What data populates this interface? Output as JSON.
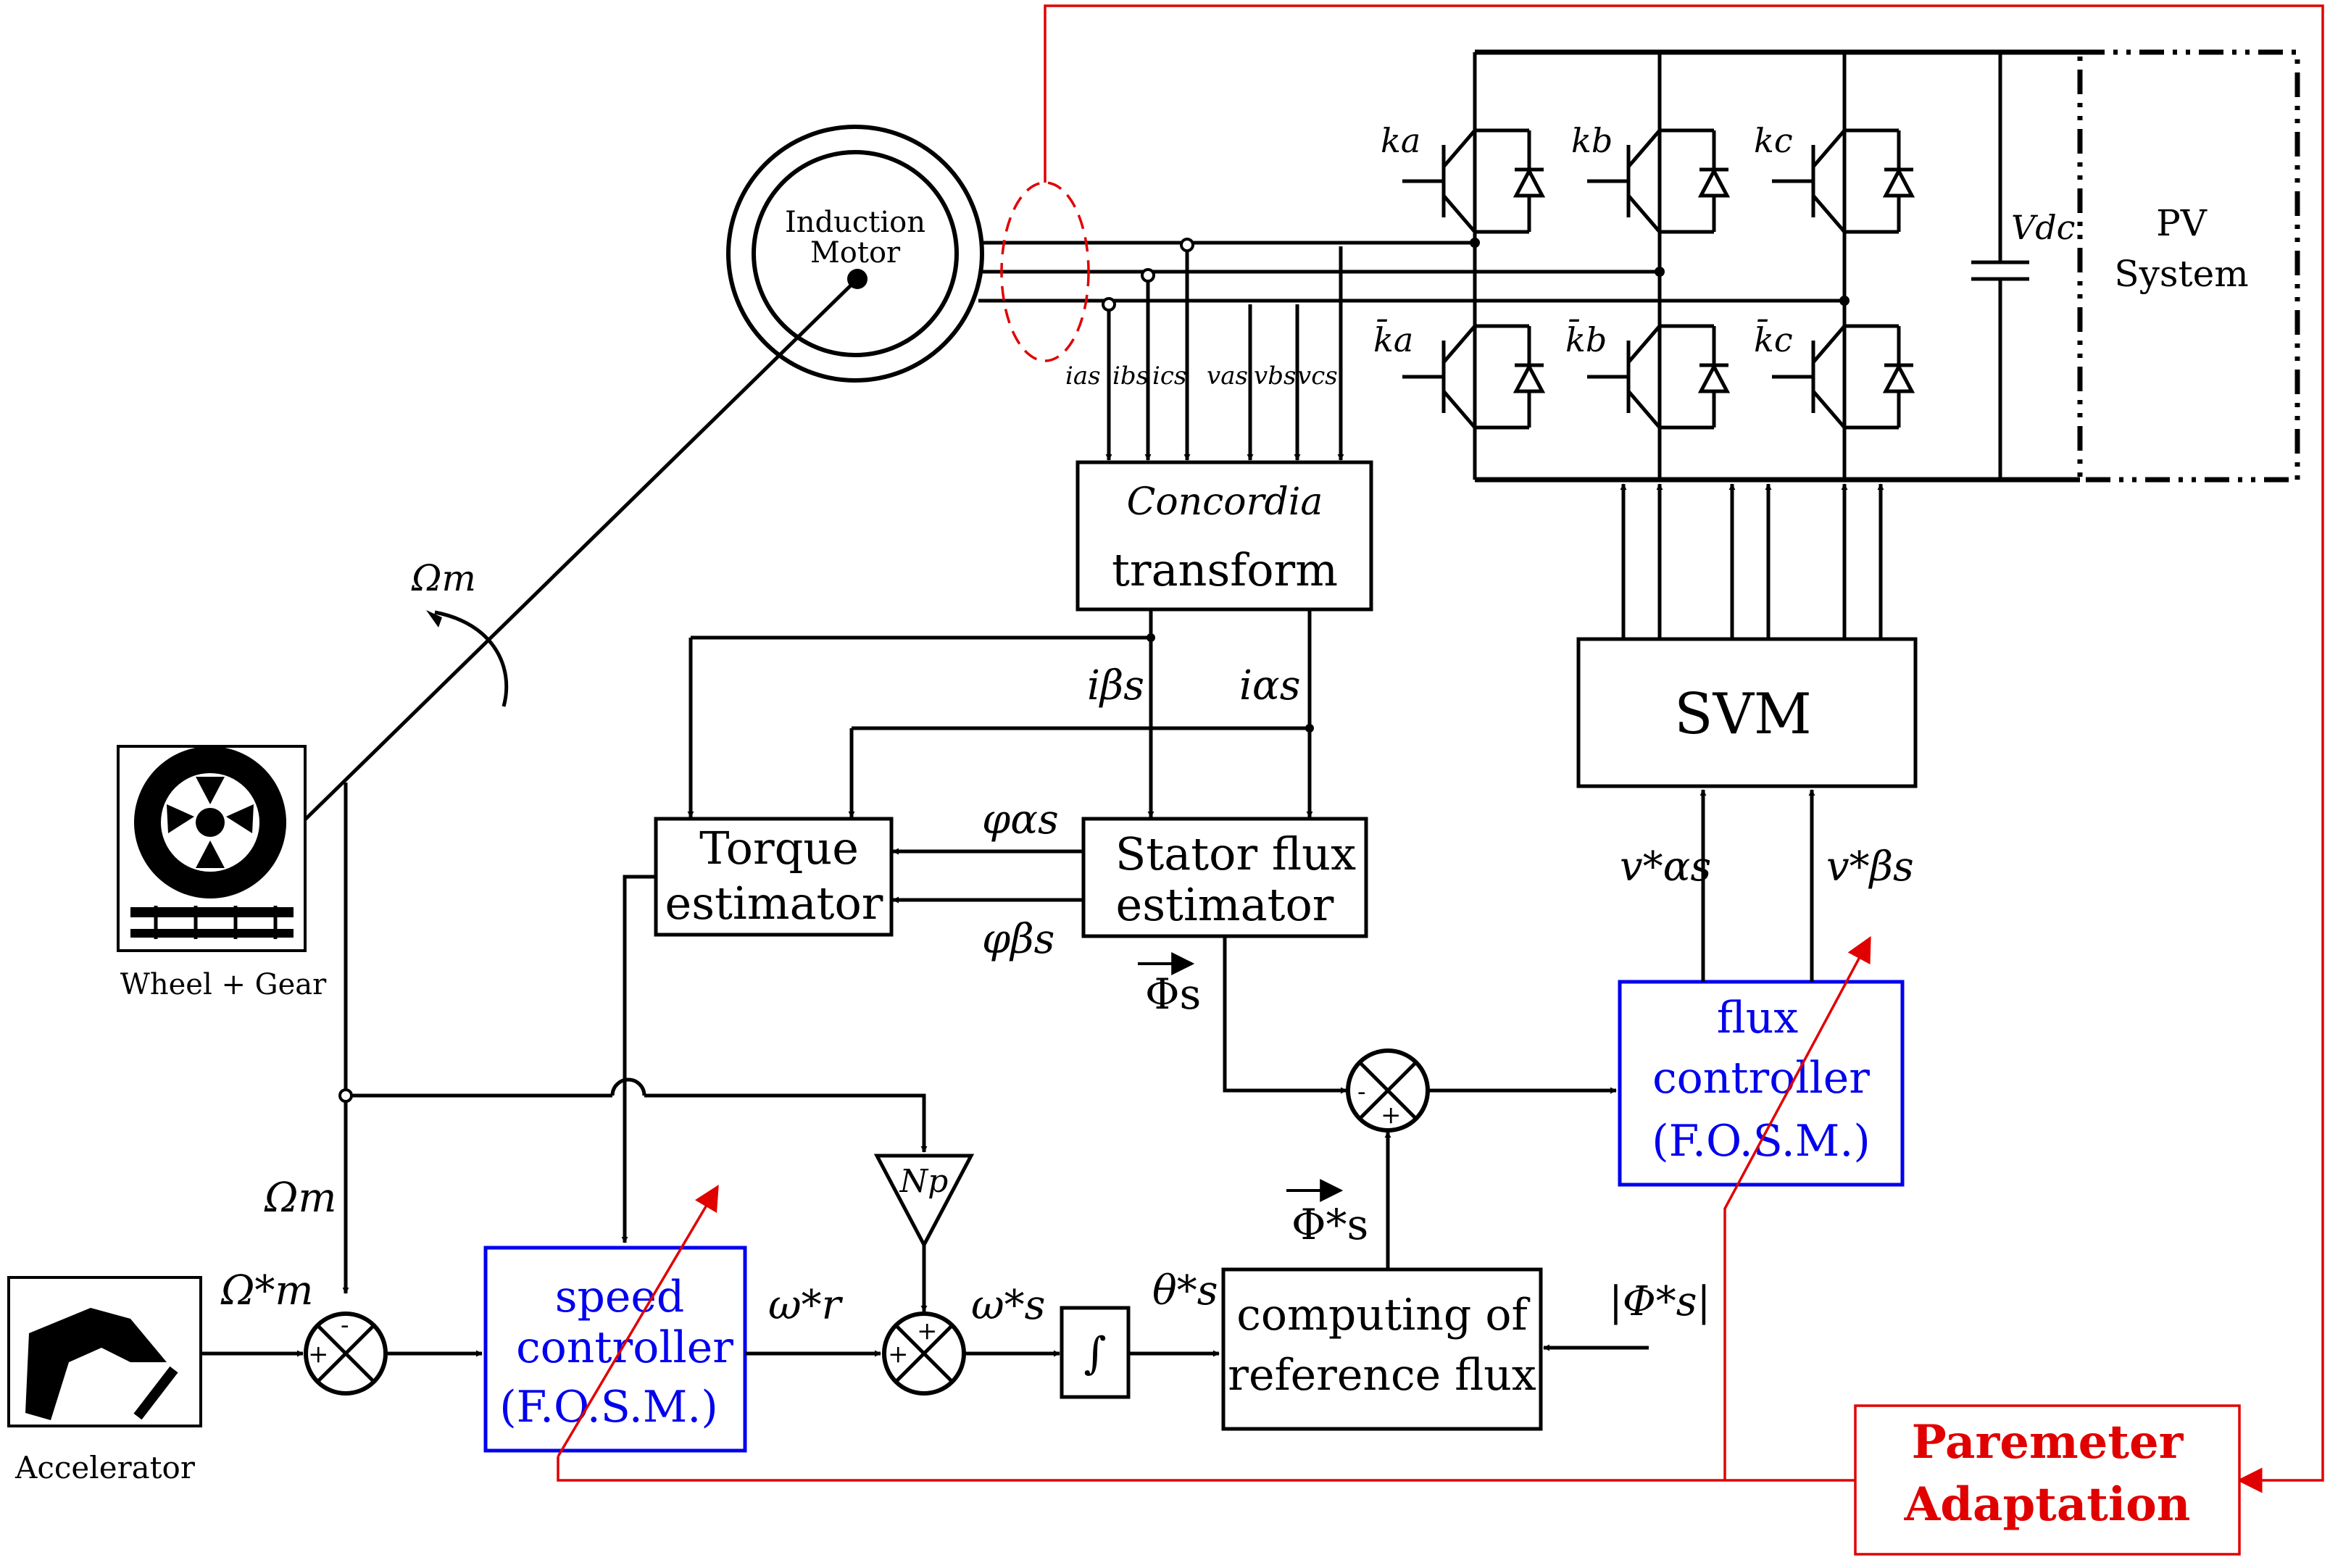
{
  "labels": {
    "motor_line1": "Induction",
    "motor_line2": "Motor",
    "wheel": "Wheel + Gear",
    "accelerator": "Accelerator",
    "omega_m_top": "Ωm",
    "omega_m_left": "Ωm",
    "omega_m_ref": "Ω*m",
    "ka": "ka",
    "kb": "kb",
    "kc": "kc",
    "ka_bar": "k̄a",
    "kb_bar": "k̄b",
    "kc_bar": "k̄c",
    "vdc": "Vdc",
    "pv_line1": "PV",
    "pv_line2": "System",
    "ias": "ias",
    "ibs": "ibs",
    "ics": "ics",
    "vas": "vas",
    "vbs": "vbs",
    "vcs": "vcs",
    "concordia_line1": "Concordia",
    "concordia_line2": "transform",
    "i_beta_s": "iβs",
    "i_alpha_s": "iαs",
    "torque_line1": "Torque",
    "torque_line2": "estimator",
    "stator_line1": "Stator flux",
    "stator_line2": "estimator",
    "phi_alpha_s": "φαs",
    "phi_beta_s": "φβs",
    "phi_s_vec": "Φs",
    "phi_s_ref_vec": "Φ*s",
    "svm": "SVM",
    "v_alpha_ref": "v*αs",
    "v_beta_ref": "v*βs",
    "flux_ctrl_line1": "flux",
    "flux_ctrl_line2": "controller",
    "flux_ctrl_line3": "(F.O.S.M.)",
    "speed_ctrl_line1": "speed",
    "speed_ctrl_line2": "controller",
    "speed_ctrl_line3": "(F.O.S.M.)",
    "omega_r_ref": "ω*r",
    "omega_s_ref": "ω*s",
    "theta_s_ref": "θ*s",
    "np": "Np",
    "integrator": "∫",
    "ref_flux_line1": "computing of",
    "ref_flux_line2": "reference flux",
    "phi_s_mag_ref": "|Φ*s|",
    "param_line1": "Paremeter",
    "param_line2": "Adaptation",
    "plus": "+",
    "minus": "-"
  },
  "colors": {
    "controller": "#0000ee",
    "adaptation": "#e00000",
    "line": "#000000"
  }
}
